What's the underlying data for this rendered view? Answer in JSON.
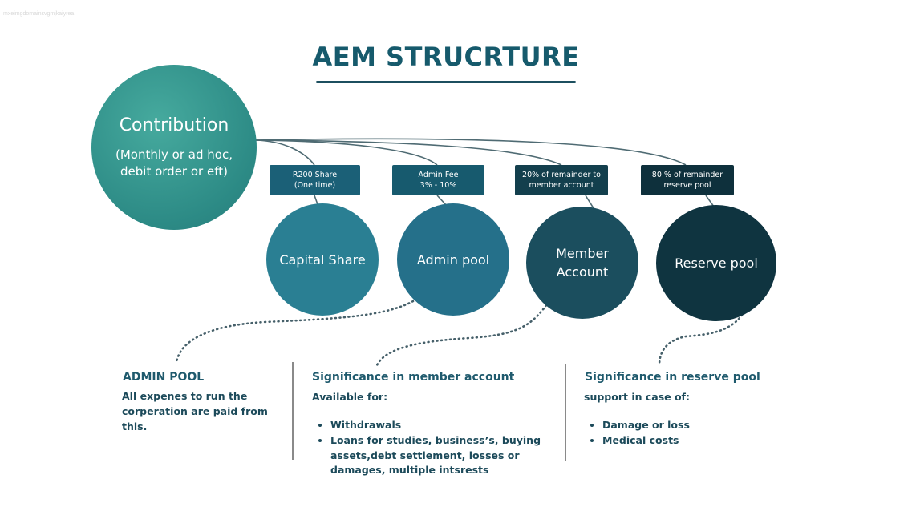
{
  "watermark": "mxeimgdomainsvgmjkaiyrea",
  "title": "AEM STRUCRTURE",
  "contribution": {
    "title": "Contribution",
    "subtitle": "(Monthly or ad hoc, debit order or eft)"
  },
  "tags": [
    {
      "line1": "R200 Share",
      "line2": "(One time)"
    },
    {
      "line1": "Admin Fee",
      "line2": "3% - 10%"
    },
    {
      "line1": "20% of remainder to",
      "line2": "member account"
    },
    {
      "line1": "80 % of remainder",
      "line2": "reserve pool"
    }
  ],
  "pools": [
    {
      "label": "Capital Share"
    },
    {
      "label": "Admin pool"
    },
    {
      "label": "Member Account"
    },
    {
      "label": "Reserve pool"
    }
  ],
  "admin_section": {
    "heading": "ADMIN POOL",
    "text": "All expenes to run the corperation are paid from this."
  },
  "member_section": {
    "heading": "Significance in member account",
    "intro": "Available for:",
    "items": [
      "Withdrawals",
      "Loans for studies, business’s, buying assets,debt settlement, losses or damages, multiple intsrests"
    ]
  },
  "reserve_section": {
    "heading": "Significance in reserve pool",
    "intro": "support in case of:",
    "items": [
      "Damage or loss",
      "Medical costs"
    ]
  },
  "colors": {
    "title": "#165a6c",
    "contribution": "#2c8a85",
    "capital_share": "#2a7f93",
    "admin_pool": "#25708a",
    "member_account": "#1b4e5e",
    "reserve_pool": "#0f3440"
  }
}
